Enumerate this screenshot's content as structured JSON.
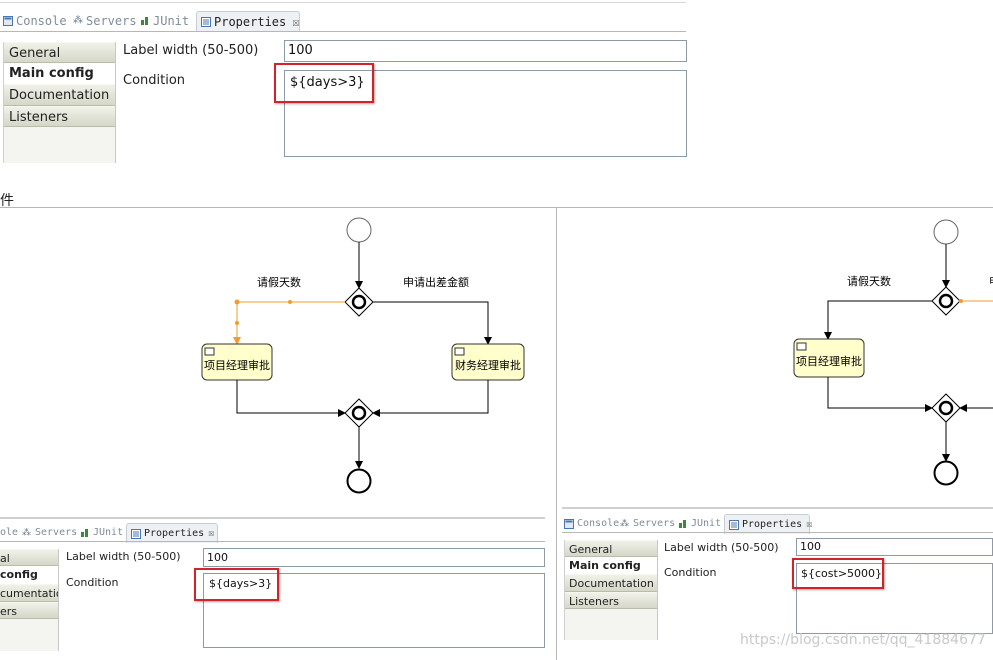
{
  "tabs": {
    "console": "Console",
    "console_clipped": "ole",
    "servers": "Servers",
    "junit": "JUnit",
    "properties": "Properties",
    "close": "☒"
  },
  "nav": {
    "general": "General",
    "general_clipped": "al",
    "main_config": "Main config",
    "main_config_clipped": "config",
    "documentation": "Documentation",
    "documentation_clipped": "cumentation",
    "listeners": "Listeners",
    "listeners_clipped": "ers"
  },
  "form": {
    "label_width_label": "Label width (50-500)",
    "label_width_value": "100",
    "condition_label": "Condition"
  },
  "conditions": {
    "top": "${days>3}",
    "bottom_left": "${days>3}",
    "bottom_right": "${cost>5000}"
  },
  "section_title": "件",
  "diagram": {
    "flow_label_days": "请假天数",
    "flow_label_cost": "申请出差金额",
    "flow_label_cost_clipped": "申",
    "task_manager": "项目经理审批",
    "task_finance": "财务经理审批"
  },
  "watermark": "https://blog.csdn.net/qq_41884677",
  "colors": {
    "selected_flow": "#f29d2b",
    "task_fill": "#ffffcc",
    "red_highlight": "#d3232a"
  },
  "icons": [
    "console-icon",
    "servers-icon",
    "junit-icon",
    "properties-icon",
    "close-icon",
    "start-event-icon",
    "end-event-icon",
    "gateway-icon",
    "user-task-icon"
  ]
}
